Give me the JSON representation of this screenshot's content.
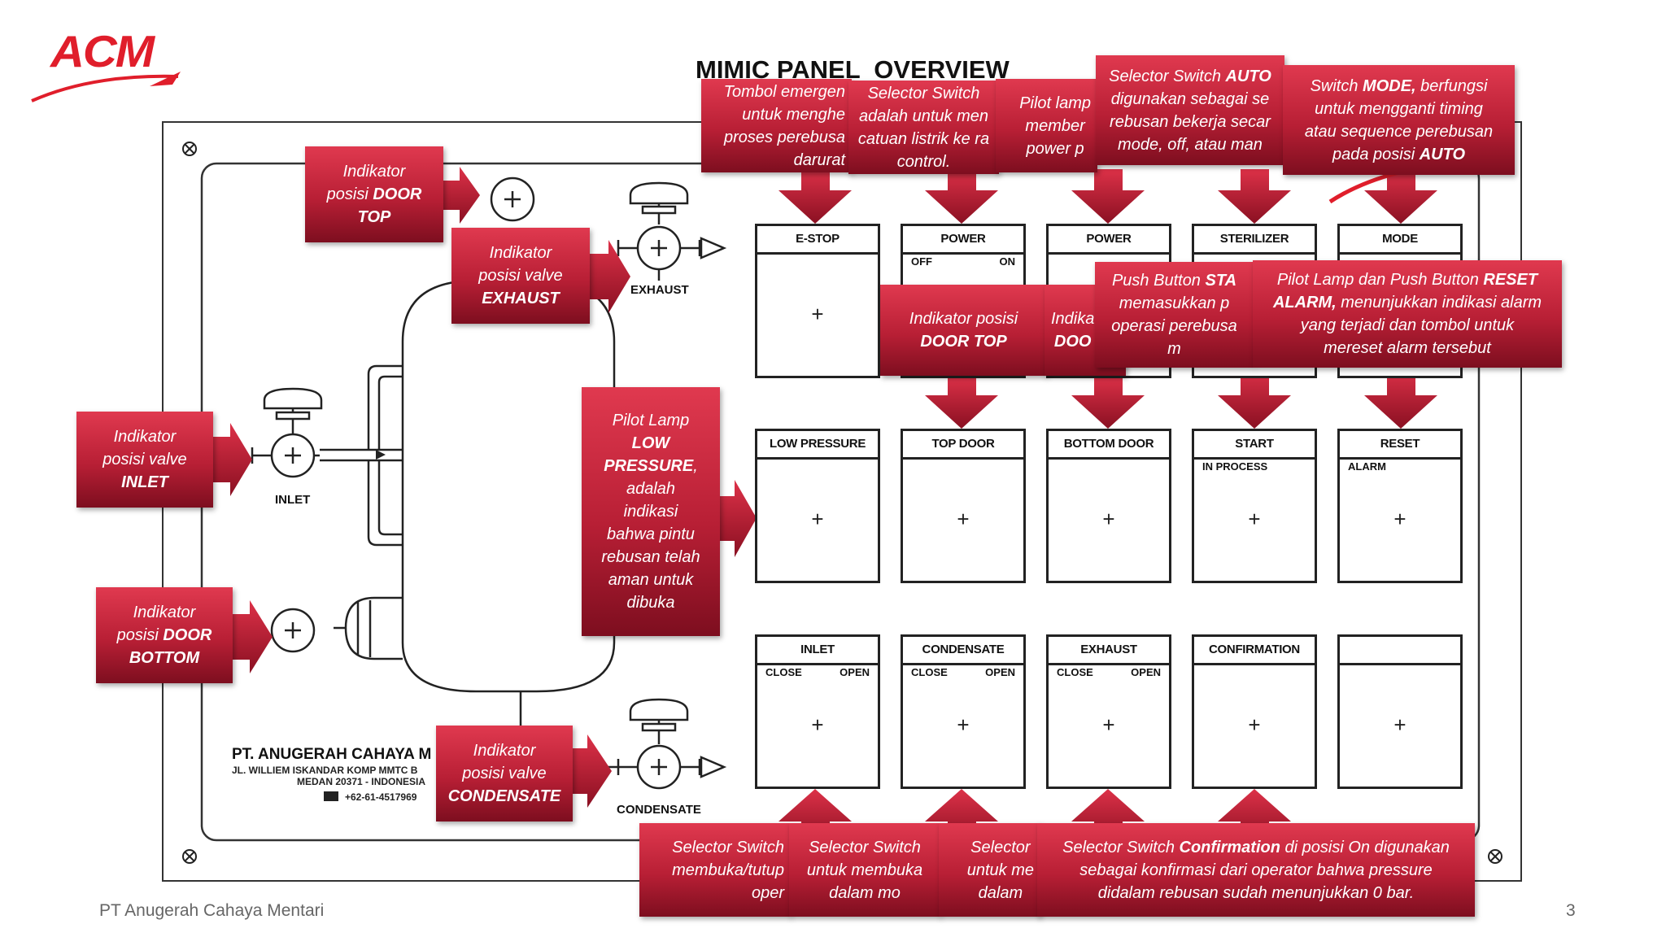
{
  "brand": {
    "logo_text": "ACM",
    "accent": "#e01e2b"
  },
  "title": "MIMIC PANEL  OVERVIEW",
  "company": {
    "name": "PT. ANUGERAH CAHAYA M",
    "address1": "JL. WILLIEM ISKANDAR KOMP MMTC B",
    "address2": "MEDAN 20371 - INDONESIA",
    "phone": "+62-61-4517969"
  },
  "equipment_labels": {
    "exhaust": "EXHAUST",
    "inlet": "INLET",
    "condensate": "CONDENSATE"
  },
  "panel": {
    "row1": [
      {
        "head": "E-STOP",
        "left": "",
        "right": ""
      },
      {
        "head": "POWER",
        "left": "OFF",
        "right": "ON"
      },
      {
        "head": "POWER",
        "left": "",
        "right": ""
      },
      {
        "head": "STERILIZER",
        "left": "",
        "right": ""
      },
      {
        "head": "MODE",
        "left": "",
        "right": ""
      }
    ],
    "row2": [
      {
        "head": "LOW PRESSURE",
        "left": "",
        "right": ""
      },
      {
        "head": "TOP DOOR",
        "left": "",
        "right": ""
      },
      {
        "head": "BOTTOM DOOR",
        "left": "",
        "right": ""
      },
      {
        "head": "START",
        "left": "IN PROCESS",
        "right": ""
      },
      {
        "head": "RESET",
        "left": "ALARM",
        "right": ""
      }
    ],
    "row3": [
      {
        "head": "INLET",
        "left": "CLOSE",
        "right": "OPEN"
      },
      {
        "head": "CONDENSATE",
        "left": "CLOSE",
        "right": "OPEN"
      },
      {
        "head": "EXHAUST",
        "left": "CLOSE",
        "right": "OPEN"
      },
      {
        "head": "CONFIRMATION",
        "left": "",
        "right": ""
      },
      {
        "head": "",
        "left": "",
        "right": ""
      }
    ],
    "plus_symbol": "+"
  },
  "callouts": {
    "door_top_left": [
      "Indikator",
      "posisi <b>DOOR</b>",
      "<b>TOP</b>"
    ],
    "valve_exhaust": [
      "Indikator",
      "posisi valve",
      "<b>EXHAUST</b>"
    ],
    "valve_inlet": [
      "Indikator",
      "posisi valve",
      "<b>INLET</b>"
    ],
    "door_bottom_left": [
      "Indikator",
      "posisi <b>DOOR</b>",
      "<b>BOTTOM</b>"
    ],
    "valve_condensate": [
      "Indikator",
      "posisi valve",
      "<b>CONDENSATE</b>"
    ],
    "low_pressure": [
      "Pilot Lamp",
      "<b>LOW</b>",
      "<b>PRESSURE</b>,",
      "adalah",
      "indikasi",
      "bahwa pintu",
      "rebusan telah",
      "aman untuk",
      "dibuka"
    ],
    "estop": [
      "Tombol emergen",
      "untuk menghe",
      "proses perebusa",
      "darurat"
    ],
    "power_switch": [
      "Selector Switch",
      "adalah untuk men",
      "catuan listrik ke ra",
      "control."
    ],
    "power_lamp": [
      "Pilot lamp",
      "member",
      "power p"
    ],
    "sterilizer": [
      "Selector Switch <b>AUTO</b>",
      "digunakan sebagai se",
      "rebusan bekerja secar",
      "mode, off, atau man"
    ],
    "mode": [
      "Switch <b>MODE,</b> berfungsi",
      "untuk mengganti timing",
      "atau sequence perebusan",
      "pada posisi <b>AUTO</b>"
    ],
    "door_top_panel": [
      "Indikator posisi",
      "<b>DOOR TOP</b>"
    ],
    "door_bottom_panel": [
      "Indika",
      "<b>DOO</b>"
    ],
    "start": [
      "Push Button <b>STA</b>",
      "memasukkan p",
      "operasi perebusa",
      "m"
    ],
    "reset": [
      "Pilot Lamp dan Push Button <b>RESET</b>",
      "<b>ALARM,</b> menunjukkan indikasi alarm",
      "yang terjadi dan tombol untuk",
      "mereset alarm tersebut"
    ],
    "sel_inlet": [
      "Selector Switch",
      "membuka/tutup",
      "oper"
    ],
    "sel_condensate": [
      "Selector Switch",
      "untuk membuka",
      "dalam mo"
    ],
    "sel_exhaust": [
      "Selector",
      "untuk me",
      "dalam"
    ],
    "confirmation": [
      "Selector Switch <b>Confirmation</b> di posisi On digunakan",
      "sebagai konfirmasi dari operator bahwa pressure",
      "didalam rebusan sudah menunjukkan 0 bar."
    ]
  },
  "footer": {
    "company": "PT Anugerah Cahaya Mentari",
    "page": "3"
  }
}
